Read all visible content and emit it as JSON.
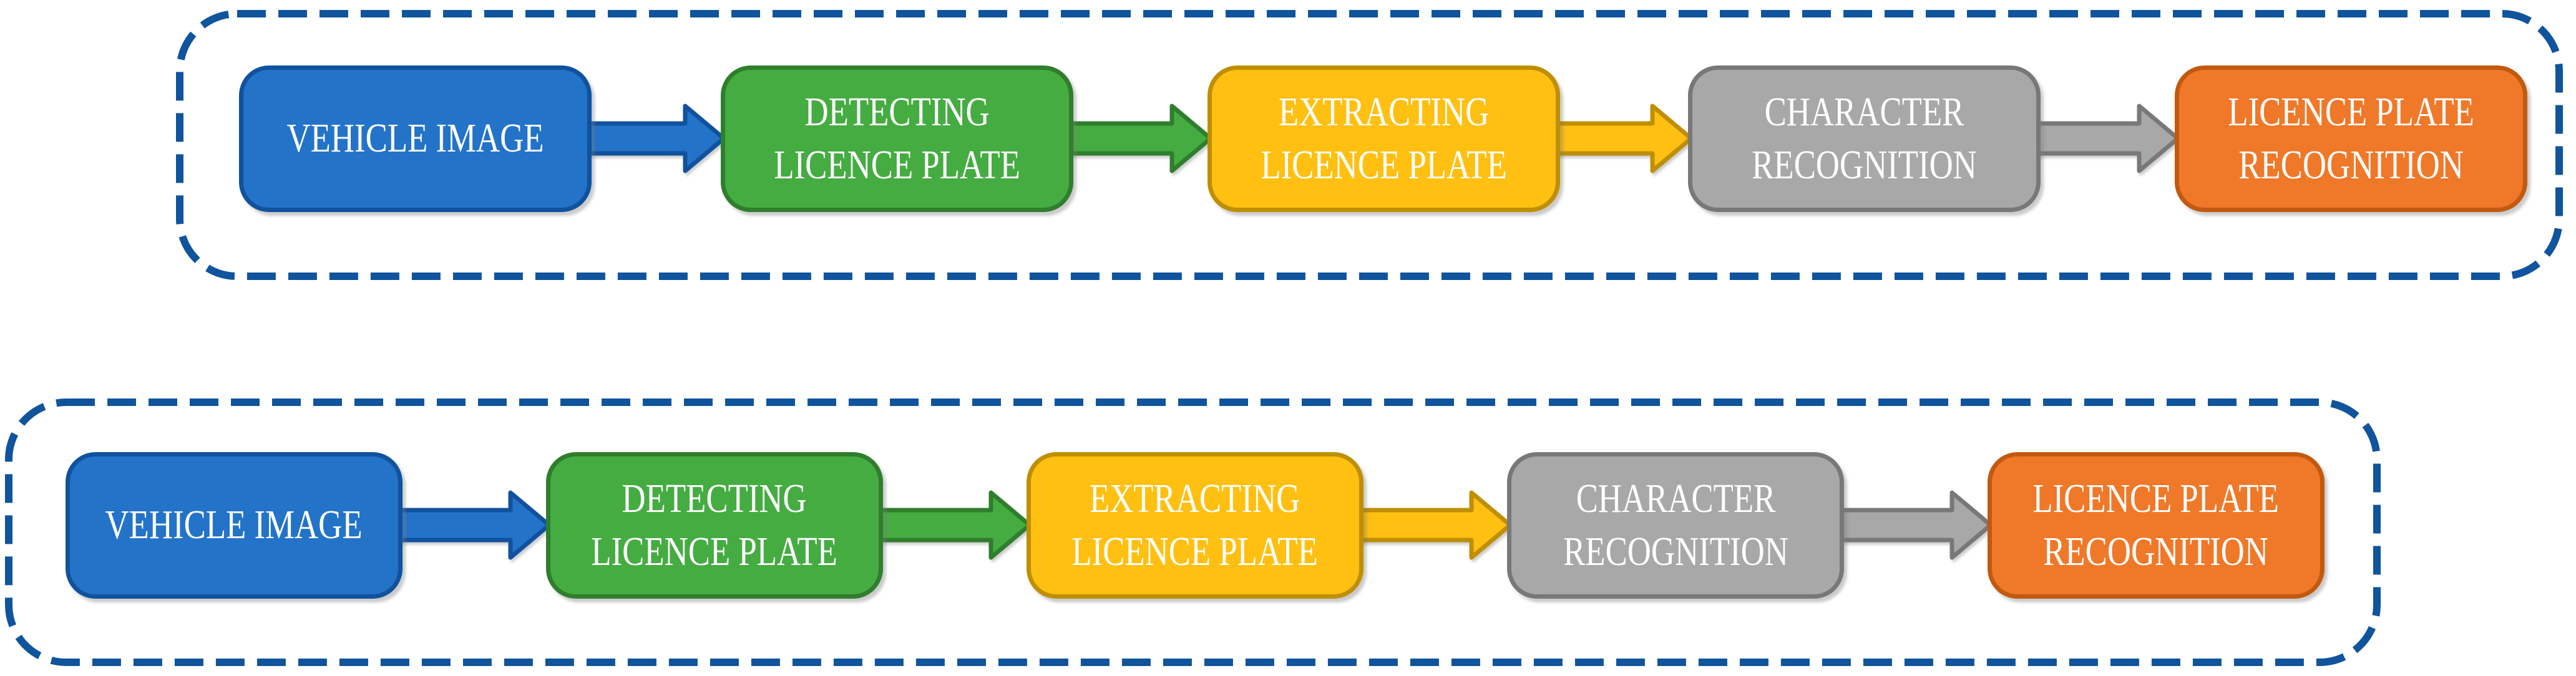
{
  "colors": {
    "background": "#FFFFFF",
    "frame_dash_blue": "#0F549D",
    "text": "#FFFFFF",
    "step_blue_fill": "#2373C9",
    "step_blue_border": "#10529E",
    "step_green_fill": "#45AC42",
    "step_green_border": "#2F7E2C",
    "step_yellow_fill": "#FFC011",
    "step_yellow_border": "#BF8F00",
    "step_gray_fill": "#A8A8A8",
    "step_gray_border": "#787878",
    "step_orange_fill": "#F07829",
    "step_orange_border": "#C2590F"
  },
  "diagram_top": {
    "steps": [
      {
        "label": "VEHICLE IMAGE",
        "color": "blue"
      },
      {
        "label": "DETECTING\nLICENCE PLATE",
        "color": "green"
      },
      {
        "label": "EXTRACTING\nLICENCE PLATE",
        "color": "yellow"
      },
      {
        "label": "CHARACTER\nRECOGNITION",
        "color": "gray"
      },
      {
        "label": "LICENCE PLATE\nRECOGNITION",
        "color": "orange"
      }
    ]
  },
  "diagram_bottom": {
    "steps": [
      {
        "label": "VEHICLE IMAGE",
        "color": "blue"
      },
      {
        "label": "DETECTING\nLICENCE PLATE",
        "color": "green"
      },
      {
        "label": "EXTRACTING\nLICENCE PLATE",
        "color": "yellow"
      },
      {
        "label": "CHARACTER\nRECOGNITION",
        "color": "gray"
      },
      {
        "label": "LICENCE PLATE\nRECOGNITION",
        "color": "orange"
      }
    ]
  }
}
